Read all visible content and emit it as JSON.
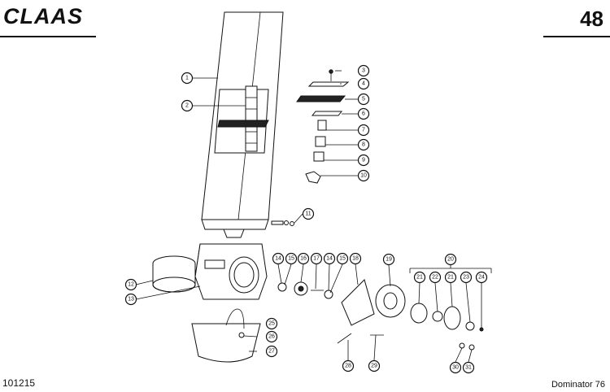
{
  "header": {
    "brand": "CLAAS",
    "page_number": "48"
  },
  "footer": {
    "drawing_code": "101215",
    "model": "Dominator 76"
  },
  "callouts": [
    {
      "id": "1",
      "label": "1"
    },
    {
      "id": "2",
      "label": "2"
    },
    {
      "id": "3",
      "label": "3"
    },
    {
      "id": "4",
      "label": "4"
    },
    {
      "id": "5",
      "label": "5"
    },
    {
      "id": "6",
      "label": "6"
    },
    {
      "id": "7",
      "label": "7"
    },
    {
      "id": "8",
      "label": "8"
    },
    {
      "id": "9",
      "label": "9"
    },
    {
      "id": "10",
      "label": "10"
    },
    {
      "id": "11",
      "label": "11"
    },
    {
      "id": "12",
      "label": "12"
    },
    {
      "id": "13",
      "label": "13"
    },
    {
      "id": "14a",
      "label": "14"
    },
    {
      "id": "15a",
      "label": "15"
    },
    {
      "id": "16",
      "label": "16"
    },
    {
      "id": "17",
      "label": "17"
    },
    {
      "id": "14b",
      "label": "14"
    },
    {
      "id": "15b",
      "label": "15"
    },
    {
      "id": "18",
      "label": "18"
    },
    {
      "id": "19",
      "label": "19"
    },
    {
      "id": "20",
      "label": "20"
    },
    {
      "id": "21a",
      "label": "21"
    },
    {
      "id": "22",
      "label": "22"
    },
    {
      "id": "21b",
      "label": "21"
    },
    {
      "id": "23",
      "label": "23"
    },
    {
      "id": "24",
      "label": "24"
    },
    {
      "id": "25",
      "label": "25"
    },
    {
      "id": "26",
      "label": "26"
    },
    {
      "id": "27",
      "label": "27"
    },
    {
      "id": "28",
      "label": "28"
    },
    {
      "id": "29",
      "label": "29"
    },
    {
      "id": "30",
      "label": "30"
    },
    {
      "id": "31",
      "label": "31"
    }
  ]
}
